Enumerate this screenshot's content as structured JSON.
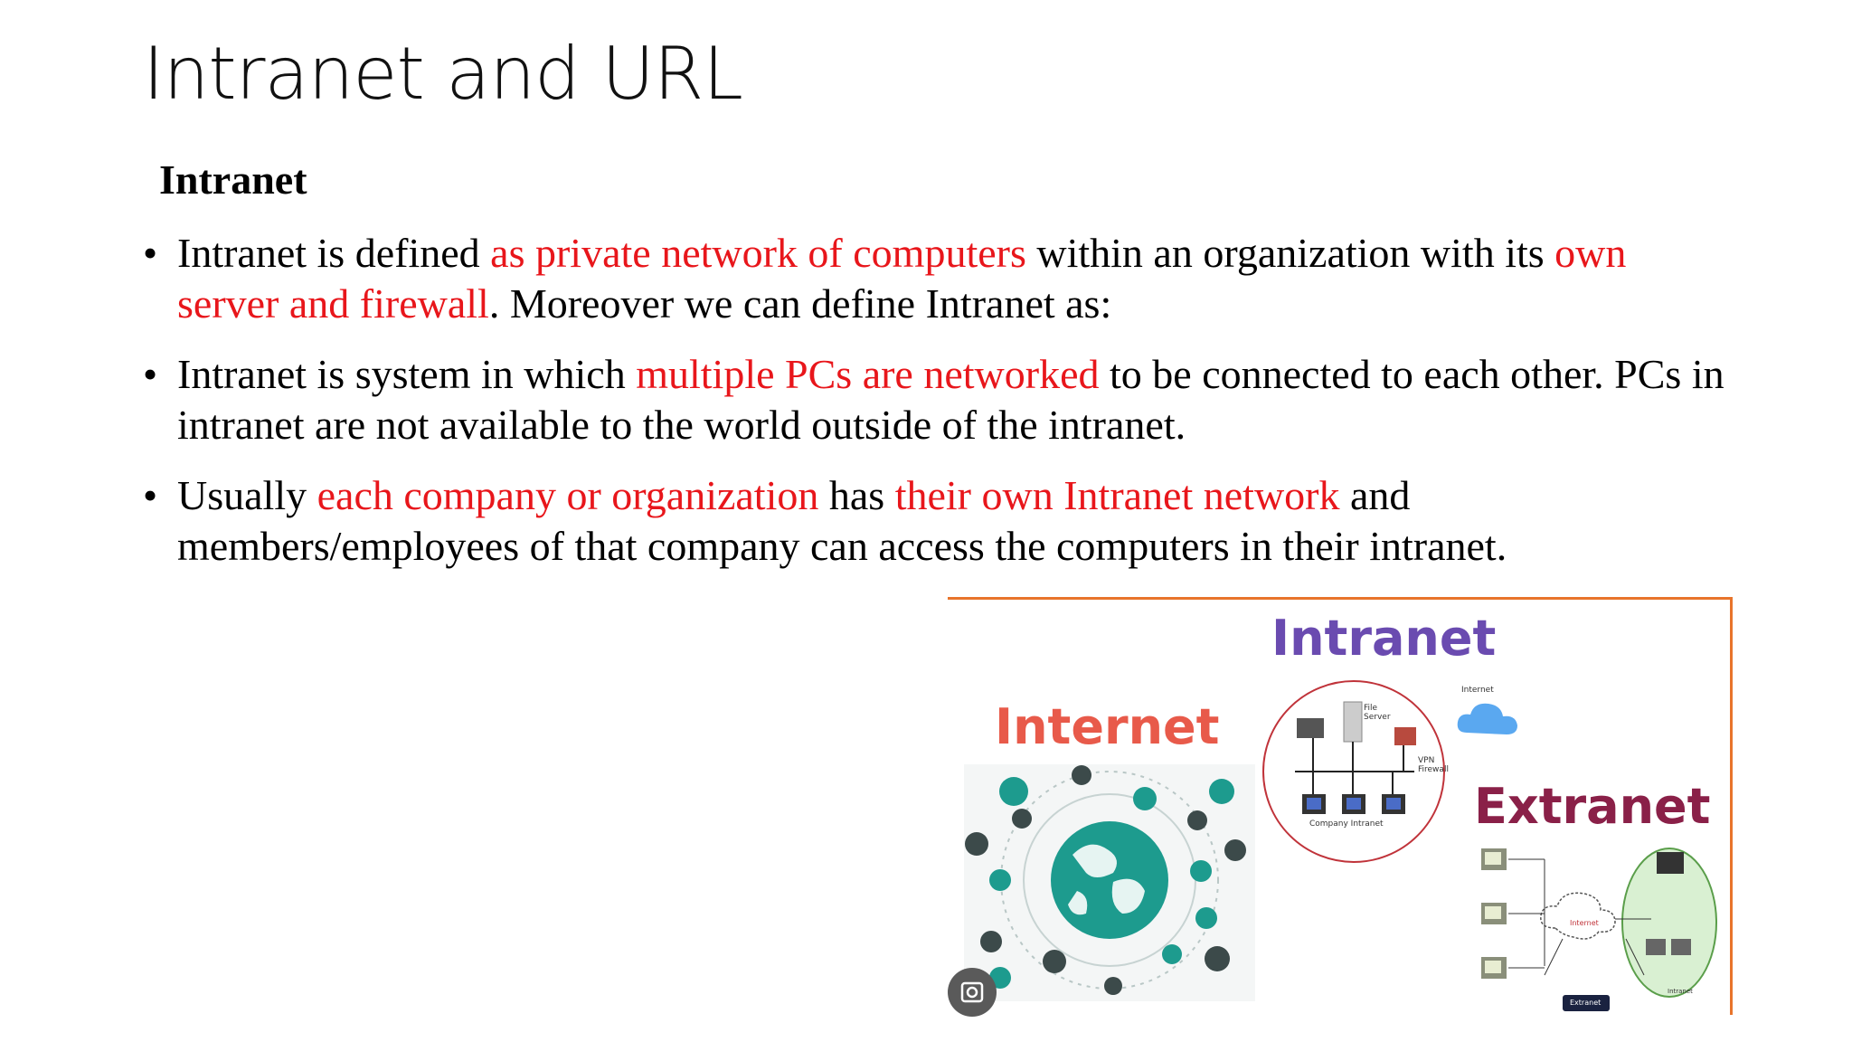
{
  "slide": {
    "title": "Intranet and URL",
    "subheading": "Intranet",
    "bullet_char": "•",
    "bullets": [
      {
        "parts": [
          {
            "text": "Intranet is defined ",
            "red": false
          },
          {
            "text": "as private network of computers",
            "red": true
          },
          {
            "text": " within an organization with its ",
            "red": false
          },
          {
            "text": "own server and firewall",
            "red": true
          },
          {
            "text": ". Moreover we can define Intranet as:",
            "red": false
          }
        ]
      },
      {
        "parts": [
          {
            "text": "Intranet is system in which ",
            "red": false
          },
          {
            "text": "multiple PCs are networked",
            "red": true
          },
          {
            "text": " to be connected to each other. PCs in intranet are not available to the world outside of the intranet.",
            "red": false
          }
        ]
      },
      {
        "parts": [
          {
            "text": "Usually ",
            "red": false
          },
          {
            "text": "each company or organization",
            "red": true
          },
          {
            "text": " has ",
            "red": false
          },
          {
            "text": "their own Intranet network",
            "red": true
          },
          {
            "text": " and members/employees of that company can access the computers in their intranet.",
            "red": false
          }
        ]
      }
    ]
  },
  "figure": {
    "label_intranet": "Intranet",
    "label_internet": "Internet",
    "label_extranet": "Extranet",
    "file_server": "File Server",
    "internet_small": "Internet",
    "vpn_firewall": "VPN Firewall",
    "company_intranet": "Company Intranet",
    "cloud_internet": "Internet",
    "extranet_tag": "Extranet",
    "intranet_tag": "Intranet"
  },
  "colors": {
    "highlight": "#e8161b",
    "frame": "#e8742b",
    "intranet_label": "#6a4bb0",
    "internet_label": "#e85a4a",
    "extranet_label": "#8a2048",
    "globe": "#1d9b8e"
  },
  "icons": [
    "camera-search-icon"
  ]
}
